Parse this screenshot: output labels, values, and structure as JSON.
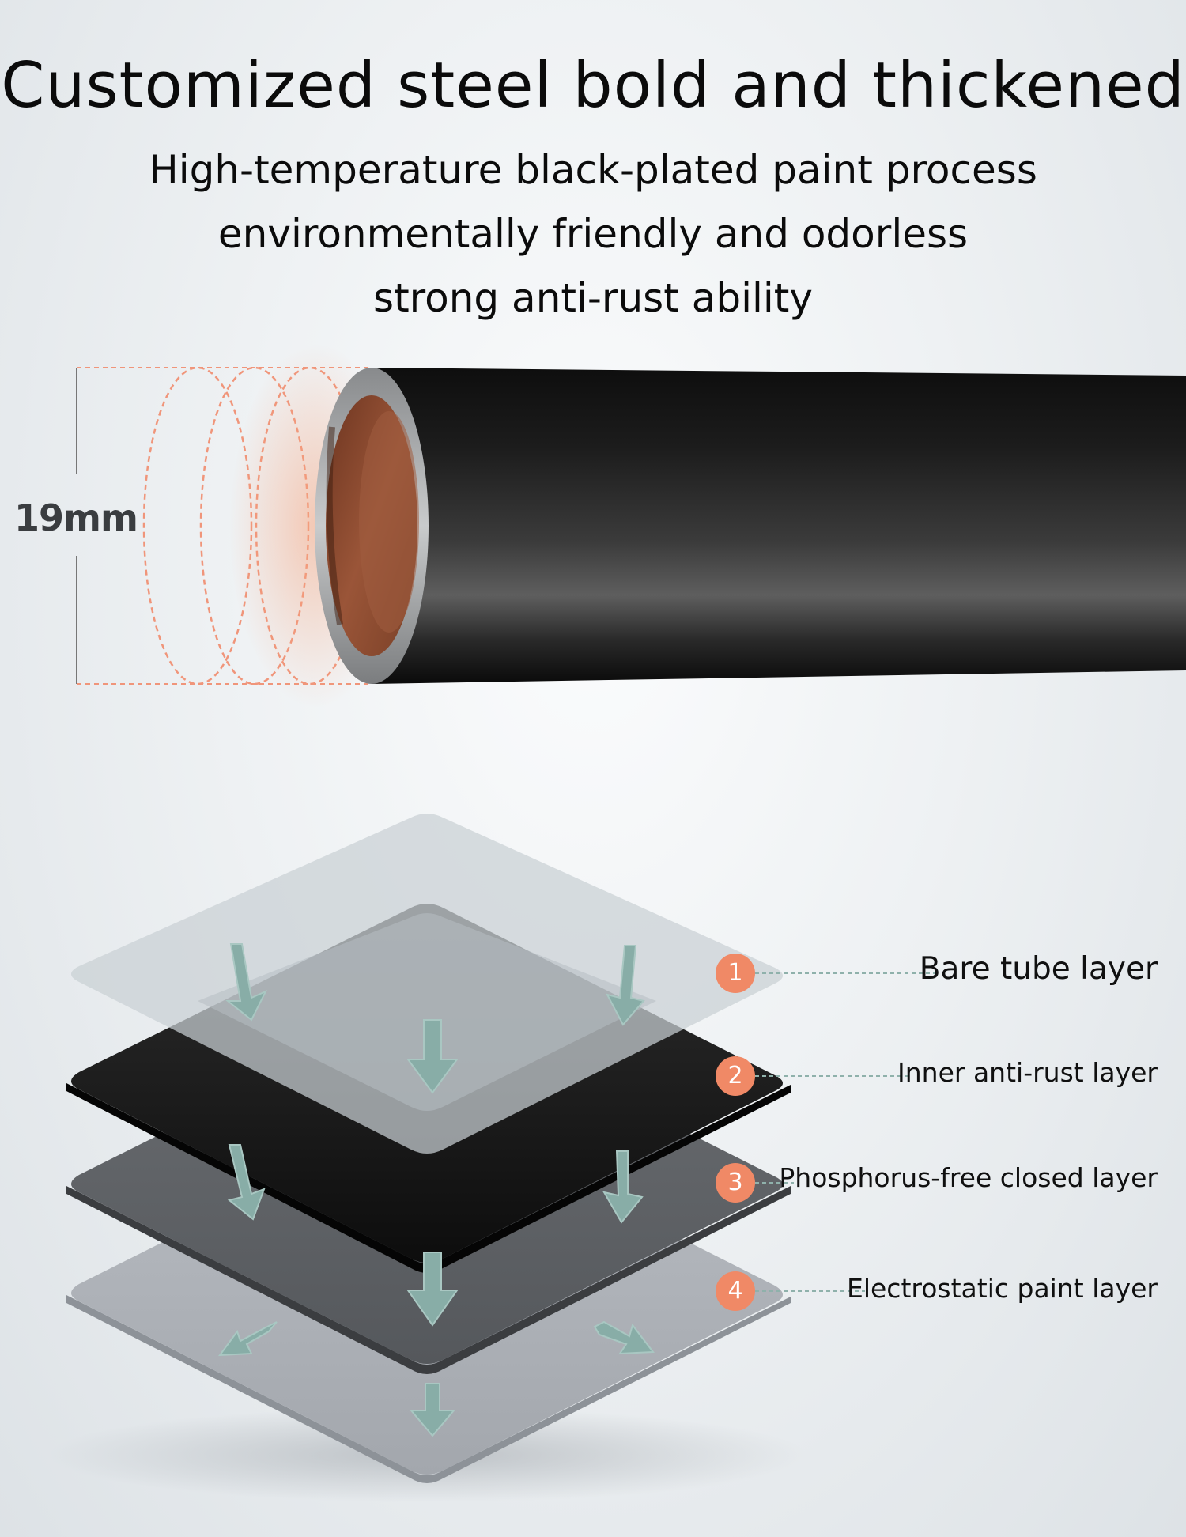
{
  "heading": {
    "title": "Customized steel bold and thickened",
    "line1": "High-temperature black-plated paint process",
    "line2": "environmentally friendly and odorless",
    "line3": "strong anti-rust ability"
  },
  "tube": {
    "diameter_label": "19mm"
  },
  "layers": [
    {
      "number": "1",
      "label": "Bare tube layer"
    },
    {
      "number": "2",
      "label": "Inner anti-rust layer"
    },
    {
      "number": "3",
      "label": "Phosphorus-free closed layer"
    },
    {
      "number": "4",
      "label": "Electrostatic paint layer"
    }
  ],
  "colors": {
    "accent": "#f08966",
    "arrow": "#88ada7",
    "tube": "#141414",
    "copper": "#8a4a30"
  }
}
